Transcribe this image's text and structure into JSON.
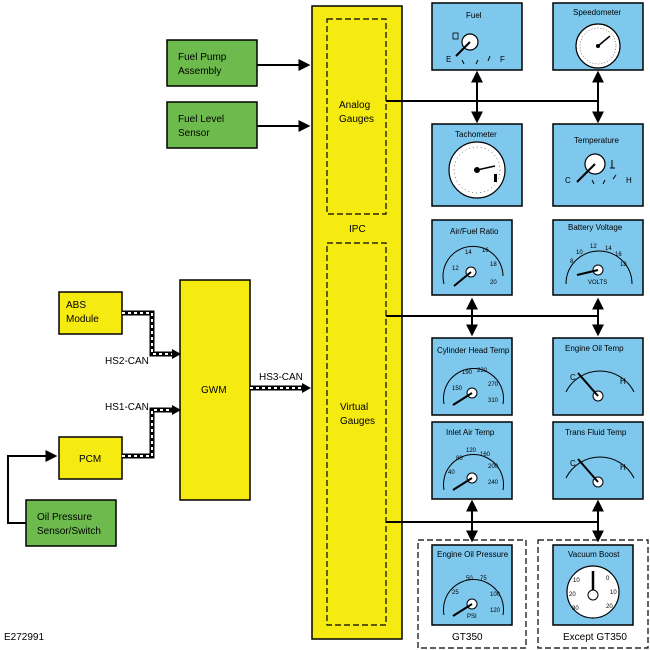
{
  "modules": {
    "fuel_pump": [
      "Fuel Pump",
      "Assembly"
    ],
    "fuel_level": [
      "Fuel Level",
      "Sensor"
    ],
    "abs": [
      "ABS",
      "Module"
    ],
    "gwm": "GWM",
    "pcm": "PCM",
    "oil_pressure": [
      "Oil Pressure",
      "Sensor/Switch"
    ],
    "ipc": "IPC",
    "analog_gauges": [
      "Analog",
      "Gauges"
    ],
    "virtual_gauges": [
      "Virtual",
      "Gauges"
    ]
  },
  "networks": {
    "hs2": "HS2-CAN",
    "hs1": "HS1-CAN",
    "hs3": "HS3-CAN"
  },
  "gauges": {
    "fuel": {
      "title": "Fuel",
      "empty": "E",
      "full": "F"
    },
    "speedometer": {
      "title": "Speedometer"
    },
    "tachometer": {
      "title": "Tachometer"
    },
    "temperature": {
      "title": "Temperature",
      "cold": "C",
      "hot": "H"
    },
    "afr": {
      "title": "Air/Fuel Ratio",
      "ticks": [
        "12",
        "14",
        "16",
        "18",
        "20"
      ]
    },
    "battery": {
      "title": "Battery Voltage",
      "ticks": [
        "8",
        "10",
        "12",
        "14",
        "16",
        "18"
      ],
      "unit": "VOLTS"
    },
    "cht": {
      "title": "Cylinder Head Temp",
      "ticks": [
        "150",
        "190",
        "230",
        "270",
        "310"
      ]
    },
    "oil_temp": {
      "title": "Engine Oil Temp",
      "cold": "C",
      "hot": "H"
    },
    "iat": {
      "title": "Inlet Air Temp",
      "ticks": [
        "40",
        "80",
        "120",
        "160",
        "200",
        "240"
      ]
    },
    "trans": {
      "title": "Trans Fluid Temp",
      "cold": "C",
      "hot": "H"
    },
    "oil_pressure": {
      "title": "Engine Oil Pressure",
      "ticks": [
        "25",
        "50",
        "75",
        "100",
        "120"
      ],
      "unit": "PSI"
    },
    "boost": {
      "title": "Vacuum Boost",
      "ticks": [
        "10",
        "20",
        "30",
        "0",
        "10",
        "20"
      ]
    }
  },
  "variants": {
    "gt350": "GT350",
    "except_gt350": "Except GT350"
  },
  "figure_id": "E272991"
}
